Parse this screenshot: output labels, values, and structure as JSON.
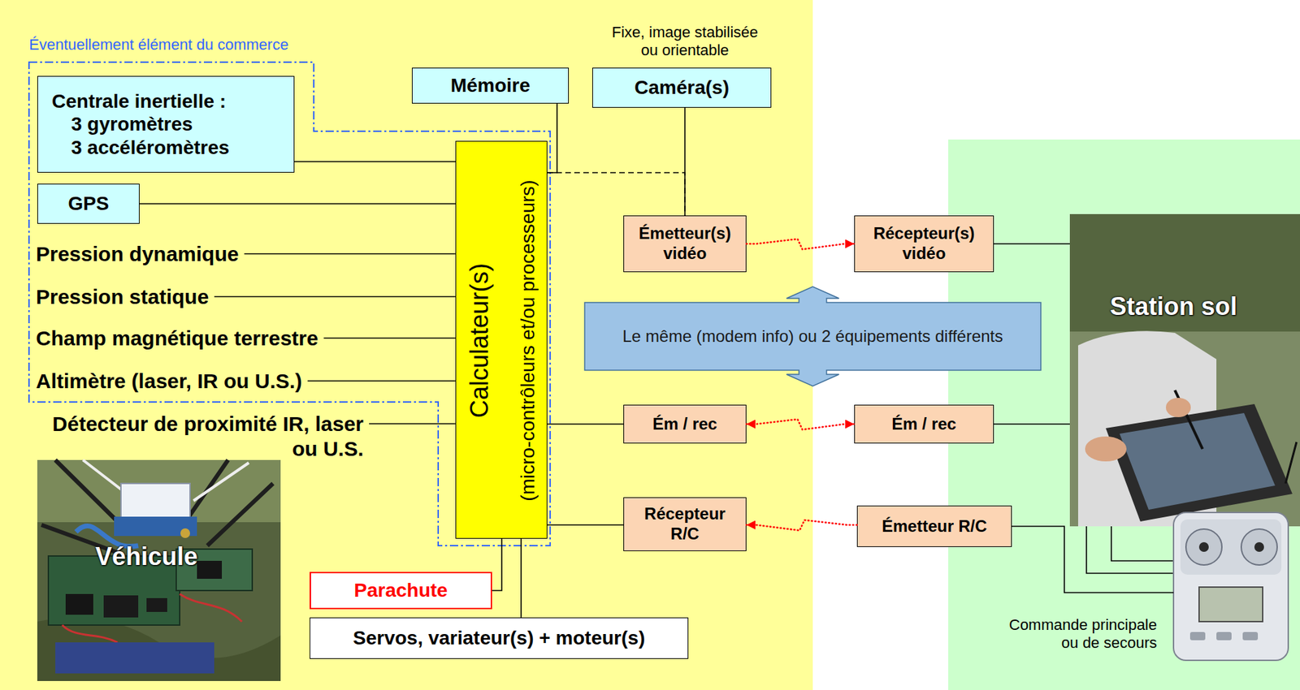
{
  "diagram": {
    "nodes": [
      {
        "text": [
          "Véhicule"
        ]
      },
      {
        "text": [
          "Éventuellement élément du commerce"
        ],
        "in": 0
      },
      {
        "text": [
          "Centrale inertielle :",
          "3 gyromètres",
          "3 accéléromètres"
        ],
        "in": 1
      },
      {
        "text": [
          "GPS"
        ],
        "in": 1
      },
      {
        "text": [
          "Calculateur(s)",
          "(micro-contrôleurs et/ou processeurs)"
        ],
        "in": 1
      },
      {
        "text": [
          "Mémoire"
        ],
        "in": 0
      },
      {
        "text": [
          "Caméra(s)"
        ],
        "in": 0
      },
      {
        "text": [
          "Émetteur(s) vidéo"
        ],
        "in": 0
      },
      {
        "text": [
          "Ém / rec"
        ],
        "in": 0
      },
      {
        "text": [
          "Récepteur R/C"
        ],
        "in": 0
      },
      {
        "text": [
          "Parachute"
        ],
        "in": 0
      },
      {
        "text": [
          "Servos, variateur(s) + moteur(s)"
        ],
        "in": 0
      },
      {
        "text": [
          "Le même (modem info) ou 2 équipements différents"
        ]
      },
      {
        "text": [
          "Récepteur(s) vidéo"
        ]
      },
      {
        "text": [
          "Ém / rec"
        ]
      },
      {
        "text": [
          "Émetteur R/C"
        ]
      },
      {
        "text": [
          "Station sol"
        ]
      }
    ],
    "edges": [
      {
        "from": 2,
        "to": 4,
        "arrow": "none"
      },
      {
        "from": 3,
        "to": 4,
        "arrow": "none"
      },
      {
        "from": 5,
        "to": 4,
        "arrow": "none"
      },
      {
        "from": 6,
        "to": 7,
        "arrow": "none"
      },
      {
        "from": 4,
        "to": 7,
        "arrow": "none"
      },
      {
        "from": 4,
        "to": 8,
        "arrow": "none"
      },
      {
        "from": 4,
        "to": 9,
        "arrow": "none"
      },
      {
        "from": 4,
        "to": 10,
        "arrow": "none"
      },
      {
        "from": 4,
        "to": 11,
        "arrow": "none"
      },
      {
        "from": 7,
        "to": 13,
        "arrow": "to"
      },
      {
        "from": 8,
        "to": 14,
        "arrow": "both"
      },
      {
        "from": 15,
        "to": 9,
        "arrow": "to"
      }
    ],
    "labels": [
      "Fixe, image stabilisée ou orientable",
      "Pression dynamique",
      "Pression statique",
      "Champ magnétique terrestre",
      "Altimètre (laser, IR ou U.S.)",
      "Détecteur de proximité IR, laser ou U.S.",
      "Commande principale ou de secours"
    ]
  }
}
